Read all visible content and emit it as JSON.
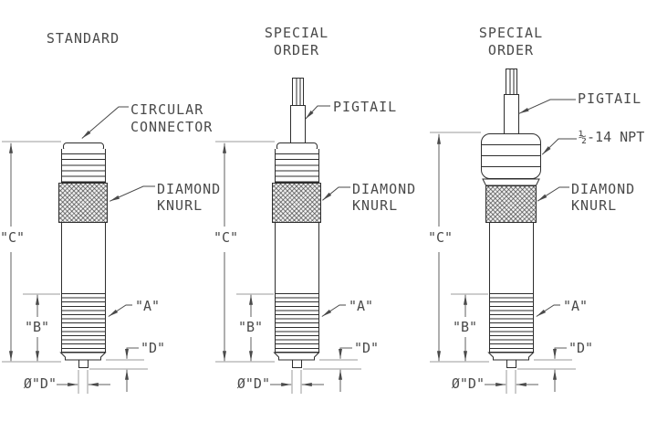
{
  "colors": {
    "background": "#ffffff",
    "object_line": "#2e2e2e",
    "dimension_line": "#5f5f5f",
    "datum_line": "#9b9b9b",
    "leader_line": "#4a4a4a",
    "text_color": "#4a4a4a",
    "knurl_fill": "#efefef"
  },
  "figures": [
    {
      "id": "standard",
      "title_lines": [
        "STANDARD"
      ],
      "callouts": {
        "connector": [
          "CIRCULAR",
          "CONNECTOR"
        ],
        "knurl": [
          "DIAMOND",
          "KNURL"
        ]
      },
      "dimensions": {
        "a": "\"A\"",
        "b": "\"B\"",
        "c": "\"C\"",
        "d": "\"D\"",
        "tip_diameter": "Ø\"D\""
      }
    },
    {
      "id": "special-order-pigtail",
      "title_lines": [
        "SPECIAL",
        "ORDER"
      ],
      "callouts": {
        "pigtail": "PIGTAIL",
        "knurl": [
          "DIAMOND",
          "KNURL"
        ]
      },
      "dimensions": {
        "a": "\"A\"",
        "b": "\"B\"",
        "c": "\"C\"",
        "d": "\"D\"",
        "tip_diameter": "Ø\"D\""
      }
    },
    {
      "id": "special-order-npt",
      "title_lines": [
        "SPECIAL",
        "ORDER"
      ],
      "callouts": {
        "pigtail": "PIGTAIL",
        "npt_thread": "½-14 NPT",
        "knurl": [
          "DIAMOND",
          "KNURL"
        ]
      },
      "dimensions": {
        "a": "\"A\"",
        "b": "\"B\"",
        "c": "\"C\"",
        "d": "\"D\"",
        "tip_diameter": "Ø\"D\""
      }
    }
  ]
}
